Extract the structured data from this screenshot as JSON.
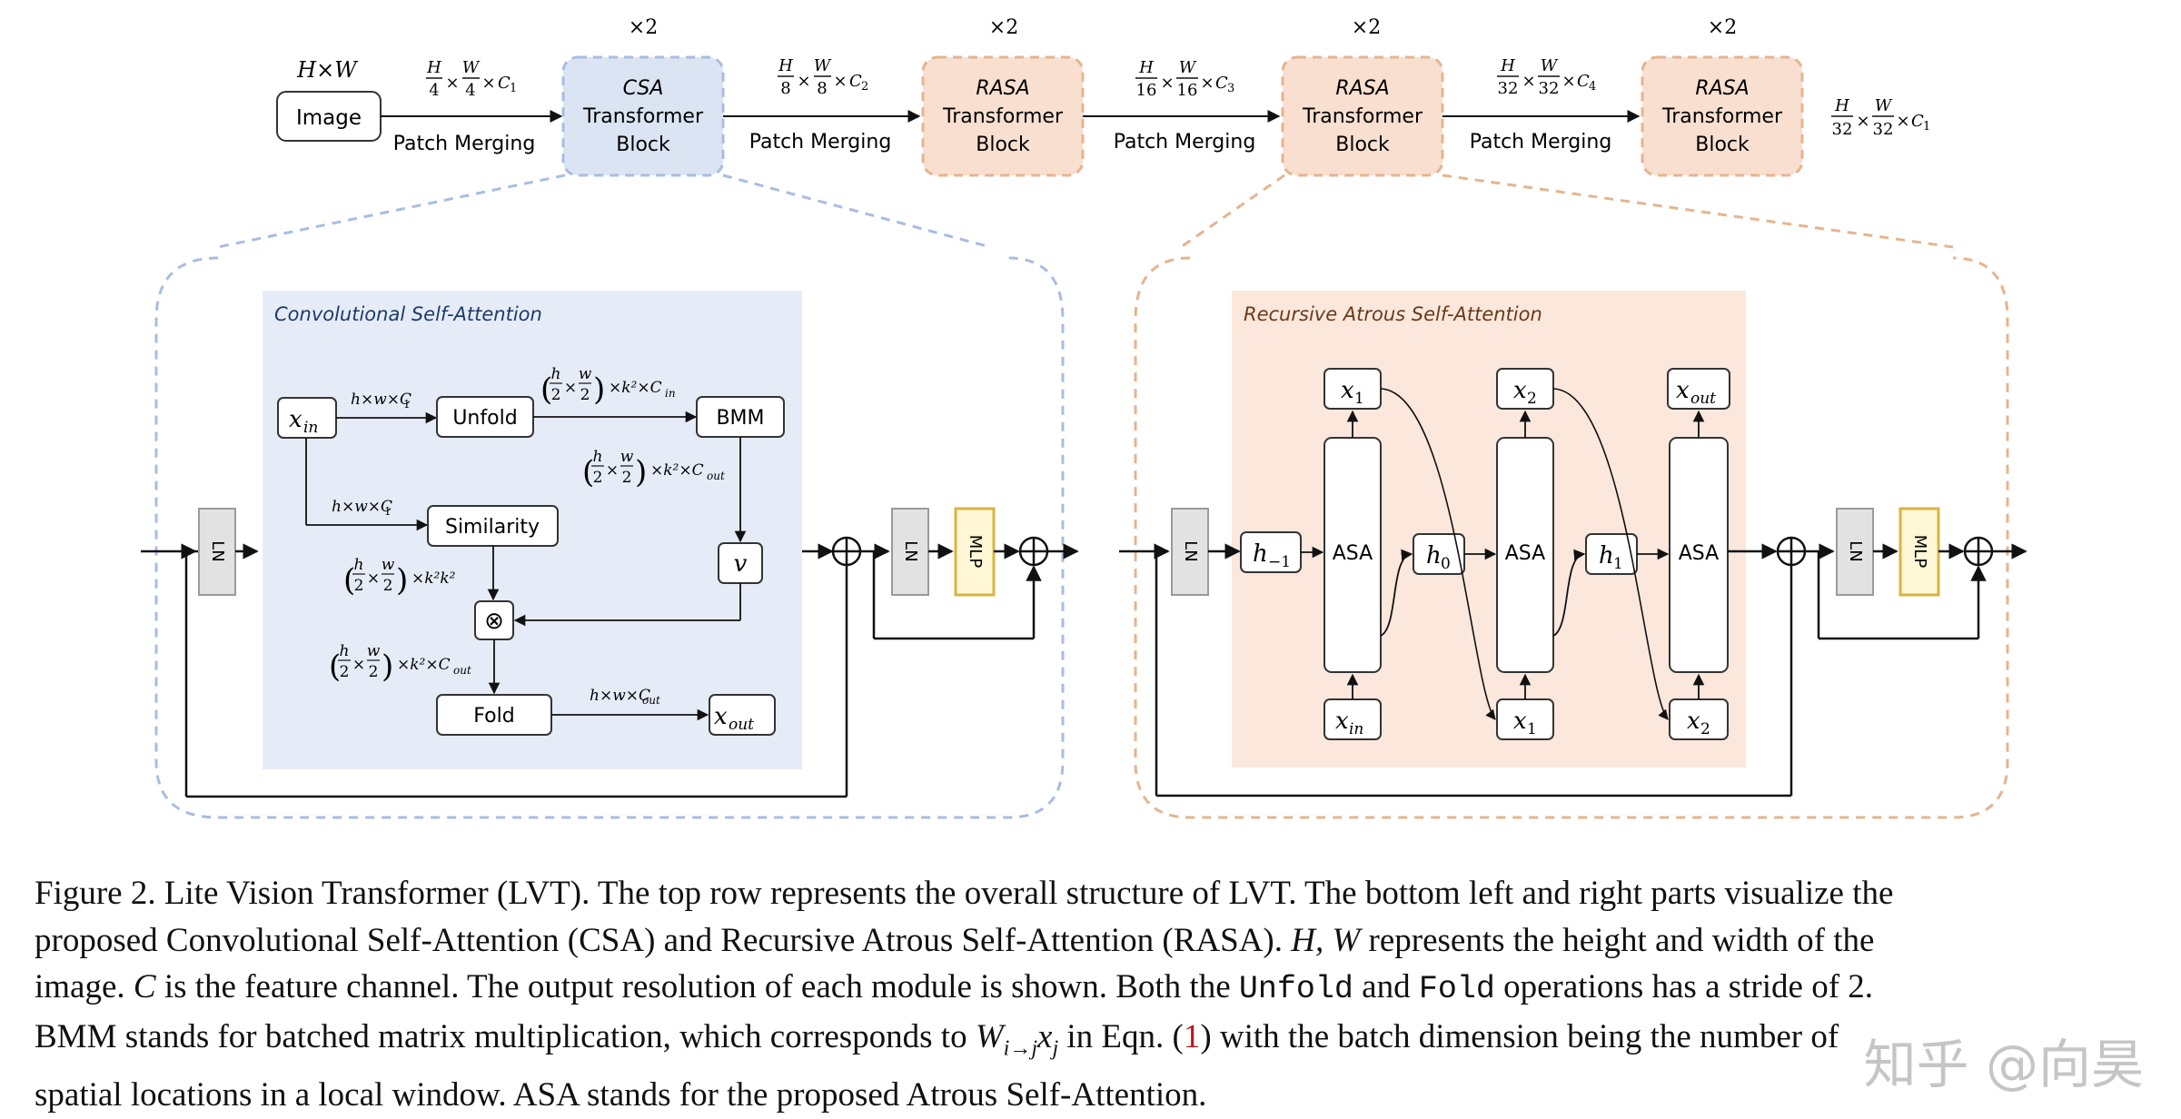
{
  "top_row": {
    "image_dims": "H×W",
    "image_label": "Image",
    "blocks": [
      {
        "name": "CSA",
        "line2": "Transformer",
        "line3": "Block",
        "repeat": "×2"
      },
      {
        "name": "RASA",
        "line2": "Transformer",
        "line3": "Block",
        "repeat": "×2"
      },
      {
        "name": "RASA",
        "line2": "Transformer",
        "line3": "Block",
        "repeat": "×2"
      },
      {
        "name": "RASA",
        "line2": "Transformer",
        "line3": "Block",
        "repeat": "×2"
      }
    ],
    "merges": [
      {
        "label": "Patch Merging",
        "num_h": "H",
        "den_h": "4",
        "num_w": "W",
        "den_w": "4",
        "ch": "C",
        "sub": "1"
      },
      {
        "label": "Patch Merging",
        "num_h": "H",
        "den_h": "8",
        "num_w": "W",
        "den_w": "8",
        "ch": "C",
        "sub": "2"
      },
      {
        "label": "Patch Merging",
        "num_h": "H",
        "den_h": "16",
        "num_w": "W",
        "den_w": "16",
        "ch": "C",
        "sub": "3"
      },
      {
        "label": "Patch Merging",
        "num_h": "H",
        "den_h": "32",
        "num_w": "W",
        "den_w": "32",
        "ch": "C",
        "sub": "4"
      }
    ],
    "final_dims": {
      "num_h": "H",
      "den_h": "32",
      "num_w": "W",
      "den_w": "32",
      "ch": "C",
      "sub": "1"
    }
  },
  "csa": {
    "title": "Convolutional Self-Attention",
    "x_in": "x",
    "x_in_sub": "in",
    "unfold": "Unfold",
    "bmm": "BMM",
    "similarity": "Similarity",
    "v": "v",
    "otimes": "⊗",
    "fold": "Fold",
    "x_out": "x",
    "x_out_sub": "out",
    "dim_hwc1_a": "h×w×C",
    "dim_hwc1_a_sub": "1",
    "dim_hwc1_b": "h×w×C",
    "dim_hwc1_b_sub": "1",
    "dim_hwcout": "h×w×C",
    "dim_hwcout_sub": "out",
    "frac_h": "h",
    "frac_w": "w",
    "frac_den": "2",
    "k_cin": "×k²×C",
    "k_cin_sub": "in",
    "k_cout": "×k²×C",
    "k_cout_sub": "out",
    "k_k": "×k²k²",
    "k_cout2": "×k²×C",
    "k_cout2_sub": "out"
  },
  "rasa": {
    "title": "Recursive Atrous Self-Attention",
    "h_m1": "h",
    "h_m1_sub": "−1",
    "h0": "h",
    "h0_sub": "0",
    "h1": "h",
    "h1_sub": "1",
    "asa": "ASA",
    "x1": "x",
    "x1_sub": "1",
    "x2": "x",
    "x2_sub": "2",
    "xout": "x",
    "xout_sub": "out",
    "xin": "x",
    "xin_sub": "in"
  },
  "common": {
    "ln": "LN",
    "mlp": "MLP",
    "plus": "⊕"
  },
  "colors": {
    "csa_border": "#a8bde0",
    "csa_fill": "#dde6f4",
    "csa_inner": "#e8edf7",
    "rasa_border": "#e6b48e",
    "rasa_fill": "#f9e1d3",
    "rasa_inner": "#fbe8dd",
    "ln_fill": "#e4e4e4",
    "mlp_fill": "#fff7d6",
    "mlp_border": "#d8b541"
  },
  "caption": {
    "l1": "Figure 2. Lite Vision Transformer (LVT). The top row represents the overall structure of LVT. The bottom left and right parts visualize the",
    "l2": "proposed Convolutional Self-Attention (CSA) and Recursive Atrous Self-Attention (RASA). ",
    "l2_hw": "H, W",
    "l2_end": " represents the height and width of the",
    "l3_a": "image. ",
    "l3_c": "C",
    "l3_b": " is the feature channel. The output resolution of each module is shown. Both the ",
    "l3_unfold": "Unfold",
    "l3_and": " and ",
    "l3_fold": "Fold",
    "l3_end": " operations has a stride of 2.",
    "l4_a": "BMM stands for batched matrix multiplication, which corresponds to ",
    "l4_w": "W",
    "l4_wsub": "i→j",
    "l4_x": "x",
    "l4_xsub": "j",
    "l4_b": " in Eqn. (",
    "l4_ref": "1",
    "l4_c": ") with the batch dimension being the number of",
    "l5": "spatial locations in a local window. ASA stands for the proposed Atrous Self-Attention."
  },
  "watermark": "知乎 @向昊"
}
